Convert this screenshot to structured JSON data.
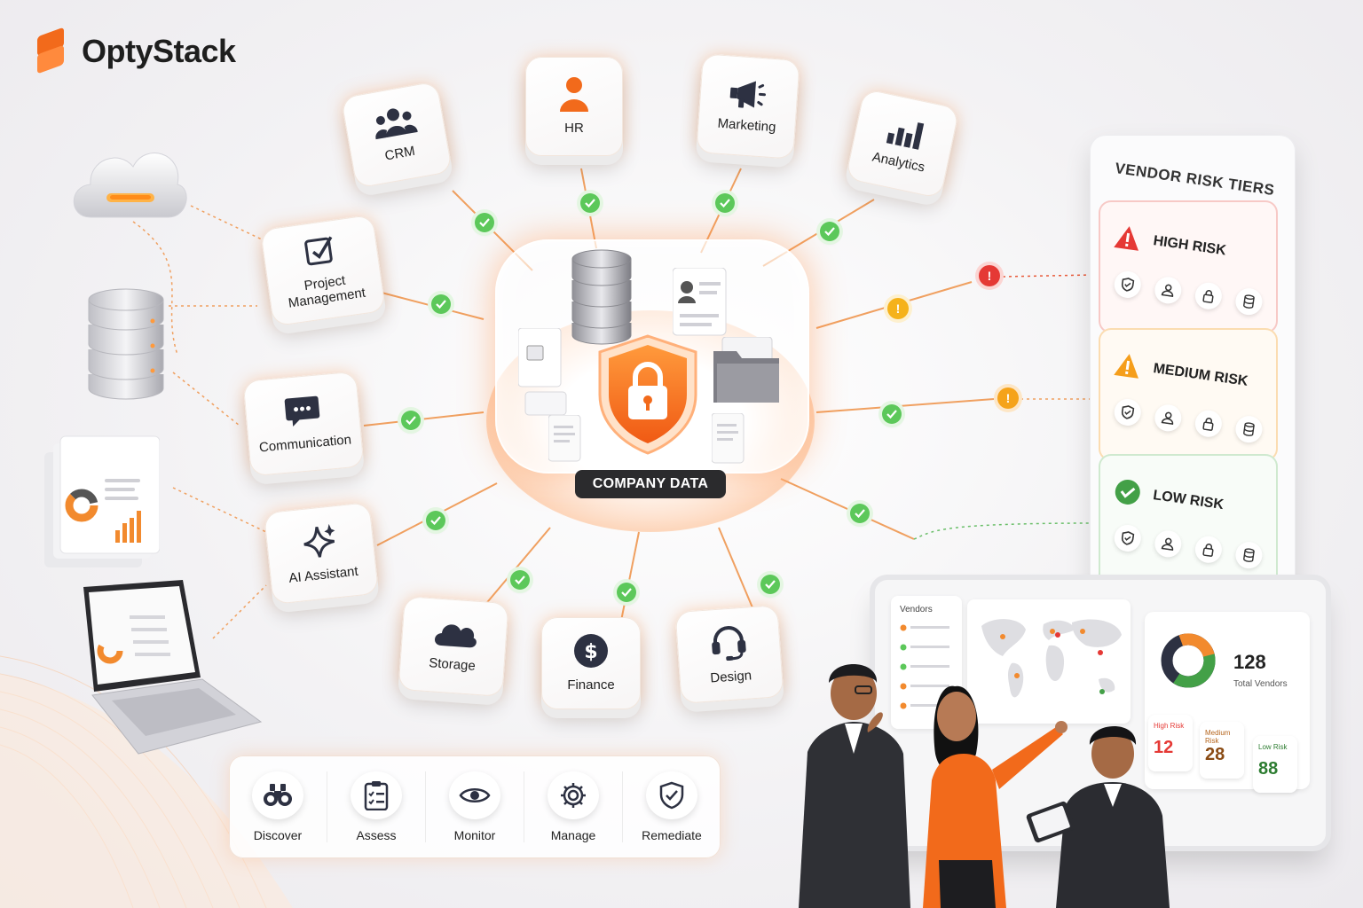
{
  "brand": {
    "name": "OptyStack",
    "accent": "#f26a1b"
  },
  "hub": {
    "label": "COMPANY DATA"
  },
  "apps": {
    "crm": "CRM",
    "hr": "HR",
    "marketing": "Marketing",
    "analytics": "Analytics",
    "project_management": "Project Management",
    "communication": "Communication",
    "ai_assistant": "AI Assistant",
    "storage": "Storage",
    "finance": "Finance",
    "design": "Design"
  },
  "risk_panel": {
    "title": "VENDOR RISK TIERS",
    "tiers": [
      {
        "label": "HIGH RISK",
        "color": "#e53935"
      },
      {
        "label": "MEDIUM RISK",
        "color": "#f59e1b"
      },
      {
        "label": "LOW RISK",
        "color": "#43a047"
      }
    ]
  },
  "process": {
    "steps": [
      {
        "label": "Discover",
        "icon": "binoculars-icon"
      },
      {
        "label": "Assess",
        "icon": "clipboard-check-icon"
      },
      {
        "label": "Monitor",
        "icon": "eye-icon"
      },
      {
        "label": "Manage",
        "icon": "gear-icon"
      },
      {
        "label": "Remediate",
        "icon": "shield-check-icon"
      }
    ]
  },
  "dashboard": {
    "vendors_title": "Vendors",
    "total_value": "128",
    "total_label": "Total Vendors",
    "high": {
      "label": "High Risk",
      "value": "12",
      "color": "#e53935"
    },
    "medium": {
      "label": "Medium Risk",
      "value": "28",
      "color": "#b5651d"
    },
    "low": {
      "label": "Low Risk",
      "value": "88",
      "color": "#2e7d32"
    }
  },
  "colors": {
    "ok": "#5cc85a",
    "warn": "#f59e1b",
    "danger": "#e53935"
  }
}
